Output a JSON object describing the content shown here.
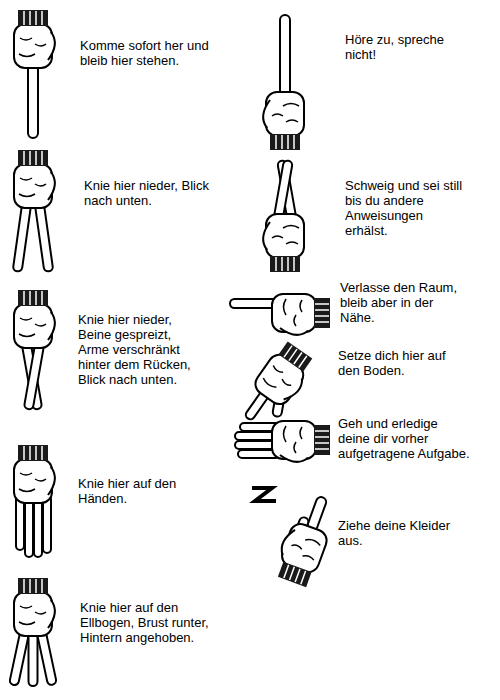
{
  "diagram": {
    "labels": [
      "Komme sofort her und bleib hier stehen.",
      "Knie hier nieder, Blick nach unten.",
      "Knie hier nieder, Beine gespreizt, Arme verschränkt hinter dem Rücken, Blick nach unten.",
      "Knie hier auf den Händen.",
      "Knie hier auf den Ellbogen, Brust runter, Hintern angehoben.",
      "Höre zu, spreche nicht!",
      "Schweig und sei still bis du andere Anweisungen erhälst.",
      "Verlasse den Raum, bleib aber in der Nähe.",
      "Setze dich hier auf den Boden.",
      "Geh und erledige deine dir vorher aufgetragene Aufgabe.",
      "Ziehe deine Kleider aus."
    ]
  }
}
